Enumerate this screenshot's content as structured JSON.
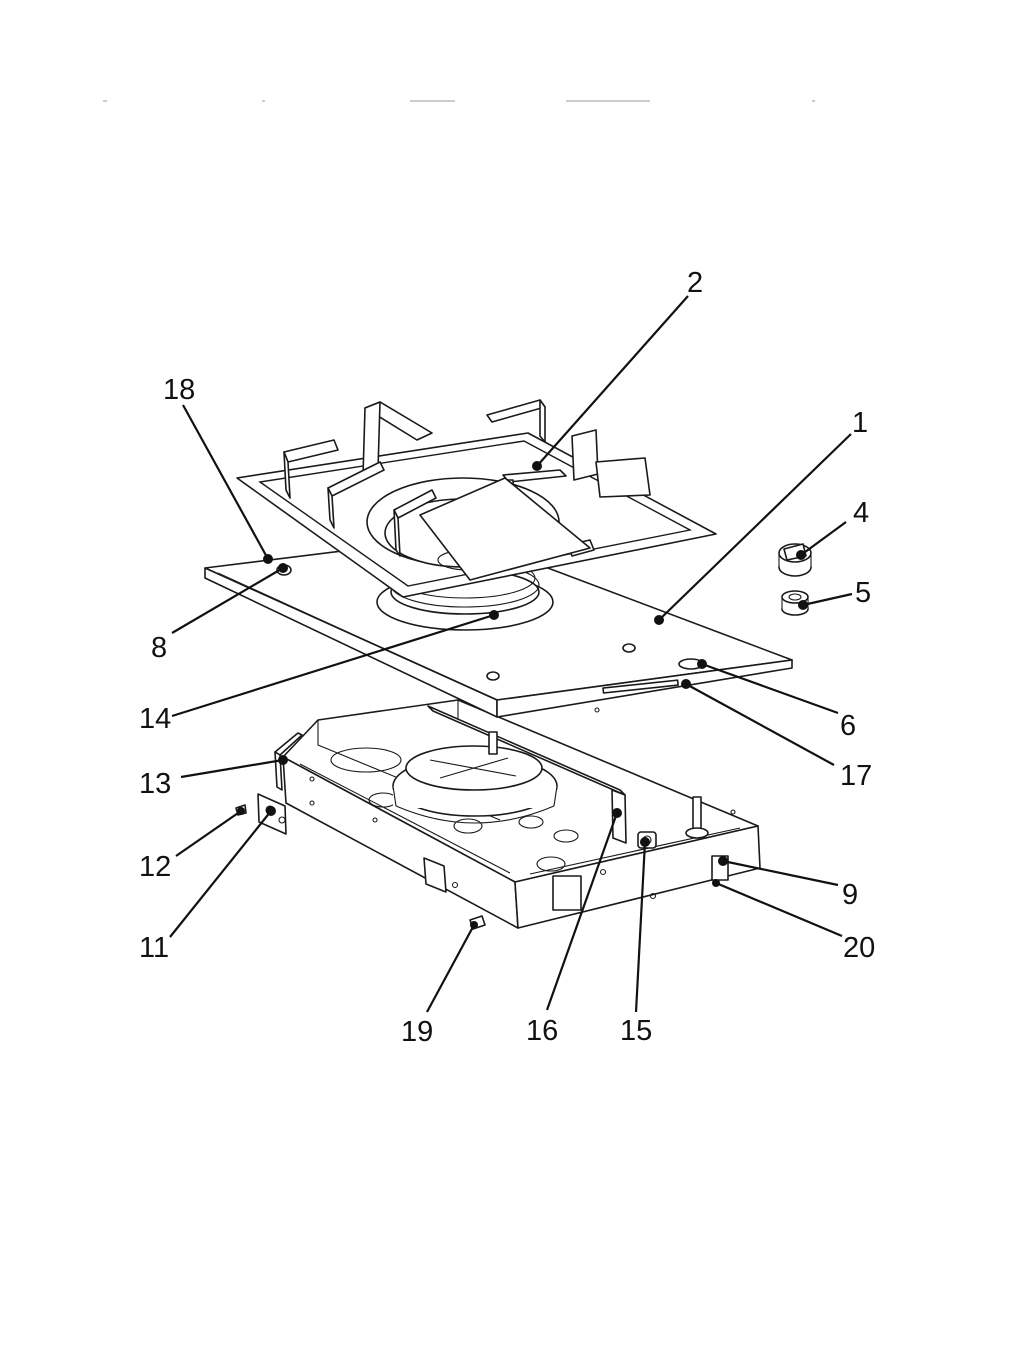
{
  "callouts": [
    {
      "id": "c1",
      "label": "1"
    },
    {
      "id": "c2",
      "label": "2"
    },
    {
      "id": "c4",
      "label": "4"
    },
    {
      "id": "c5",
      "label": "5"
    },
    {
      "id": "c6",
      "label": "6"
    },
    {
      "id": "c8",
      "label": "8"
    },
    {
      "id": "c9",
      "label": "9"
    },
    {
      "id": "c11",
      "label": "11"
    },
    {
      "id": "c12",
      "label": "12"
    },
    {
      "id": "c13",
      "label": "13"
    },
    {
      "id": "c14",
      "label": "14"
    },
    {
      "id": "c15",
      "label": "15"
    },
    {
      "id": "c16",
      "label": "16"
    },
    {
      "id": "c17",
      "label": "17"
    },
    {
      "id": "c18",
      "label": "18"
    },
    {
      "id": "c19",
      "label": "19"
    },
    {
      "id": "c20",
      "label": "20"
    }
  ]
}
